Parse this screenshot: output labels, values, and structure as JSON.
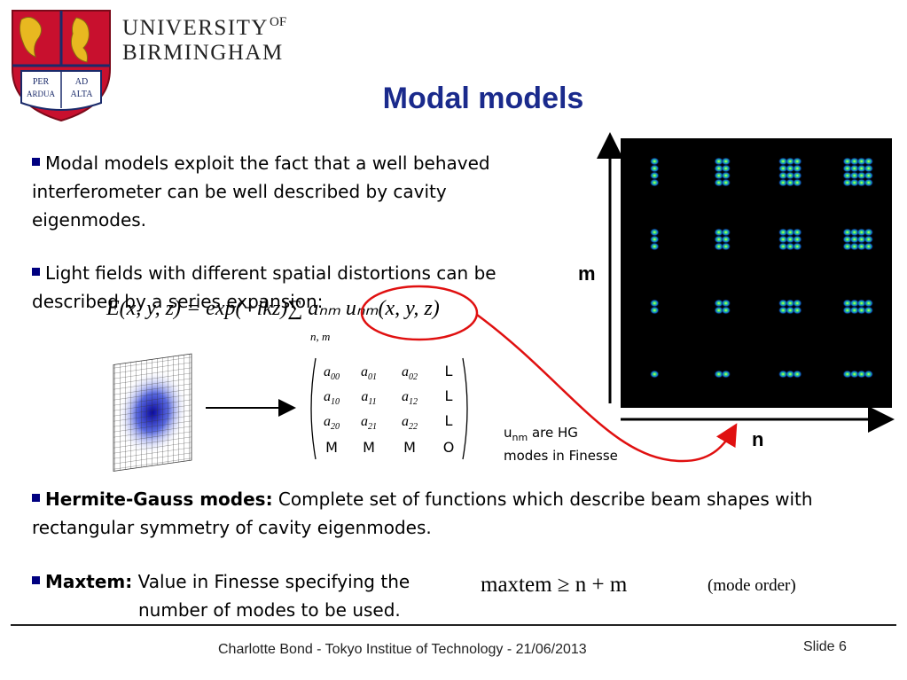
{
  "header": {
    "university_line1": "UNIVERSITY",
    "university_of": "OF",
    "university_line2": "BIRMINGHAM",
    "crest_text": [
      "PER",
      "AD",
      "ARDUA",
      "ALTA"
    ]
  },
  "slide": {
    "title": "Modal models",
    "bullets": [
      {
        "text": "Modal models exploit the fact that a well behaved interferometer can be well described by cavity eigenmodes."
      },
      {
        "text": "Light fields with different spatial distortions can be described by a series expansion:"
      },
      {
        "bold": "Hermite-Gauss modes:",
        "text": " Complete set of functions which describe beam shapes with rectangular symmetry of cavity eigenmodes."
      },
      {
        "bold": "Maxtem:",
        "text": " Value in Finesse specifying the",
        "text2": "number of modes to be used."
      }
    ],
    "equation": "E(x, y, z) = exp(−ikz)∑ aₙₘ uₙₘ(x, y, z)",
    "equation_sub": "n, m",
    "matrix": [
      [
        "a00",
        "a01",
        "a02",
        "L"
      ],
      [
        "a10",
        "a11",
        "a12",
        "L"
      ],
      [
        "a20",
        "a21",
        "a22",
        "L"
      ],
      [
        "M",
        "M",
        "M",
        "O"
      ]
    ],
    "axis_m": "m",
    "axis_n": "n",
    "umodes_prefix": "u",
    "umodes_sub": "nm",
    "umodes_line1": " are HG",
    "umodes_line2": "modes in Finesse",
    "maxtem_eq": "maxtem ≥ n + m",
    "mode_order": "(mode order)"
  },
  "colors": {
    "title": "#1a2a8c",
    "bullet": "#000080",
    "crest_red": "#c8102e",
    "highlight": "#e01010"
  },
  "footer": {
    "text": "Charlotte Bond - Tokyo Institue of Technology - 21/06/2013",
    "slide_number": "Slide 6"
  }
}
